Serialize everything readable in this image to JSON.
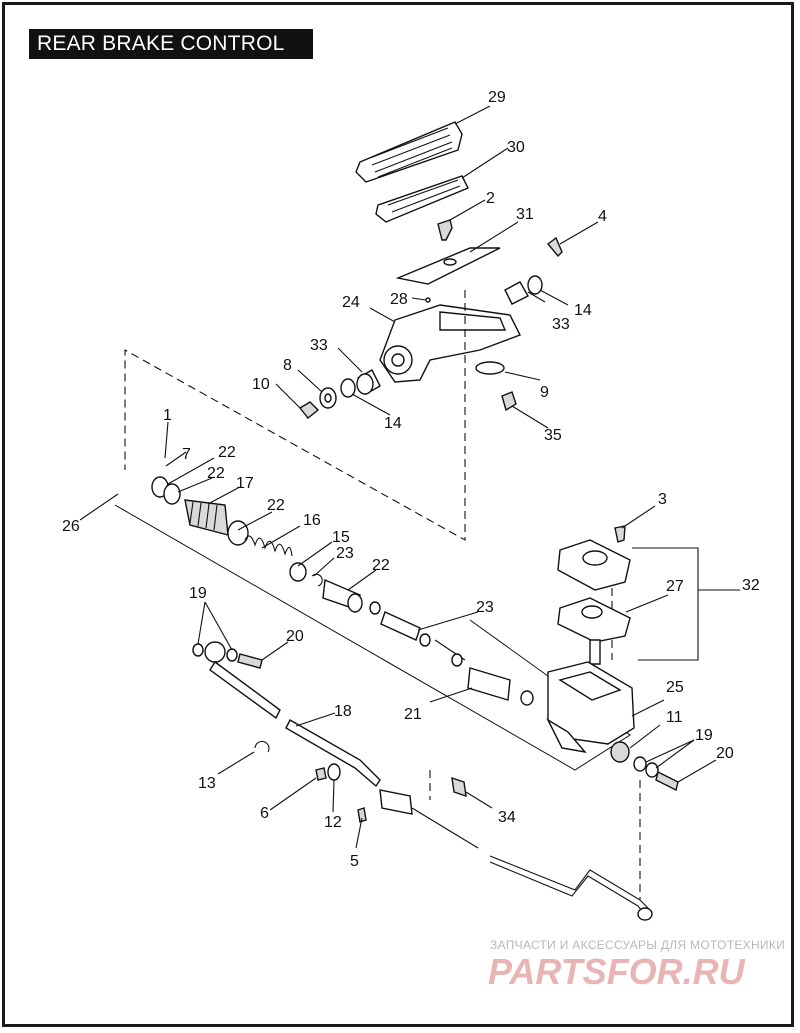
{
  "title": "REAR BRAKE CONTROL",
  "callouts": {
    "c1": "1",
    "c2": "2",
    "c3": "3",
    "c4": "4",
    "c5": "5",
    "c6": "6",
    "c7": "7",
    "c8": "8",
    "c9": "9",
    "c10": "10",
    "c11": "11",
    "c12": "12",
    "c13": "13",
    "c14a": "14",
    "c14b": "14",
    "c15": "15",
    "c16": "16",
    "c17": "17",
    "c18": "18",
    "c19a": "19",
    "c19b": "19",
    "c20a": "20",
    "c20b": "20",
    "c21": "21",
    "c22a": "22",
    "c22b": "22",
    "c22c": "22",
    "c22d": "22",
    "c23a": "23",
    "c23b": "23",
    "c24": "24",
    "c25": "25",
    "c26": "26",
    "c27": "27",
    "c28": "28",
    "c29": "29",
    "c30": "30",
    "c31": "31",
    "c32": "32",
    "c33a": "33",
    "c33b": "33",
    "c34": "34",
    "c35": "35"
  },
  "watermark": {
    "caption": "ЗАПЧАСТИ И АКСЕССУАРЫ ДЛЯ МОТОТЕХНИКИ",
    "brand": "PARTSFOR.RU",
    "color": "#e8b4b4"
  }
}
